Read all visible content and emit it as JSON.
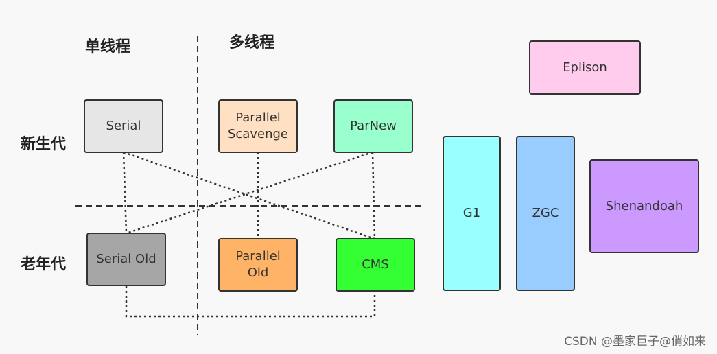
{
  "headers": {
    "single_thread": "单线程",
    "multi_thread": "多线程",
    "young_gen": "新生代",
    "old_gen": "老年代"
  },
  "collectors": {
    "serial": "Serial",
    "parallel_scavenge": "Parallel\nScavenge",
    "parnew": "ParNew",
    "serial_old": "Serial Old",
    "parallel_old": "Parallel\nOld",
    "cms": "CMS",
    "epsilon": "Eplison",
    "g1": "G1",
    "zgc": "ZGC",
    "shenandoah": "Shenandoah"
  },
  "colors": {
    "serial": "#e6e6e6",
    "parallel_scavenge": "#ffe0c2",
    "parnew": "#99ffcc",
    "serial_old": "#a6a6a6",
    "parallel_old": "#ffb366",
    "cms": "#33ff33",
    "epsilon": "#ffccee",
    "g1": "#99ffff",
    "zgc": "#99ccff",
    "shenandoah": "#cc99ff"
  },
  "connections": [
    [
      "serial",
      "serial_old"
    ],
    [
      "serial",
      "cms"
    ],
    [
      "parallel_scavenge",
      "parallel_old"
    ],
    [
      "parnew",
      "serial_old"
    ],
    [
      "parnew",
      "cms"
    ],
    [
      "serial_old",
      "cms"
    ]
  ],
  "watermark": "CSDN @墨家巨子@俏如来"
}
